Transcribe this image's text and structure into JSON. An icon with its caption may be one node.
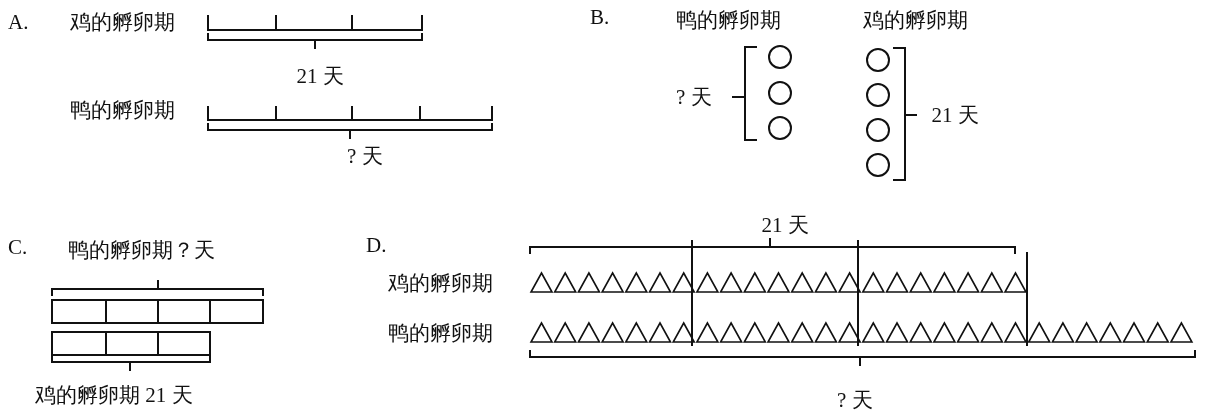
{
  "diagram": {
    "labels": [
      "A.",
      "鸡的孵卵期",
      "21 天",
      "鸭的孵卵期",
      "? 天",
      "B.",
      "鸭的孵卵期",
      "鸡的孵卵期",
      "? 天",
      "21 天",
      "C.",
      "鸭的孵卵期？天",
      "鸡的孵卵期 21 天",
      "D.",
      "21 天",
      "鸡的孵卵期",
      "鸭的孵卵期",
      "? 天"
    ]
  }
}
